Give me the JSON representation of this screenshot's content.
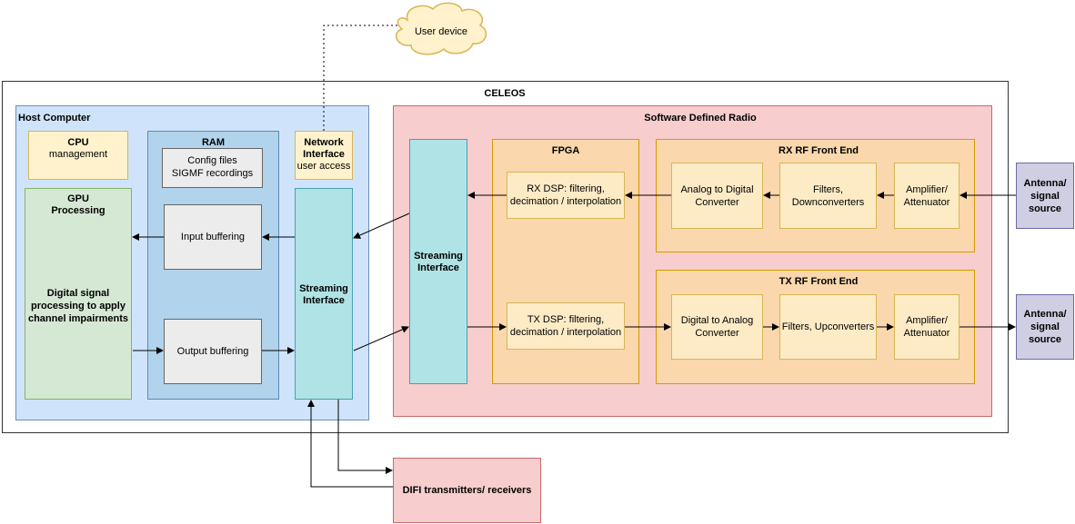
{
  "cloud": {
    "label": "User device"
  },
  "celeos": {
    "title": "CELEOS"
  },
  "host": {
    "title": "Host Computer",
    "cpu": {
      "title": "CPU",
      "subtitle": "management"
    },
    "gpu": {
      "title_line1": "GPU",
      "title_line2": "Processing",
      "body": "Digital signal processing to apply channel impairments"
    },
    "ram": {
      "title": "RAM",
      "config_line1": "Config files",
      "config_line2": "SIGMF recordings",
      "input": "Input buffering",
      "output": "Output buffering"
    },
    "network": {
      "title_line1": "Network",
      "title_line2": "Interface",
      "subtitle": "user access"
    },
    "streaming": {
      "label_line1": "Streaming",
      "label_line2": "Interface"
    }
  },
  "sdr": {
    "title": "Software Defined Radio",
    "streaming": {
      "label_line1": "Streaming",
      "label_line2": "Interface"
    },
    "fpga": {
      "title": "FPGA",
      "rx_dsp": {
        "line1": "RX DSP: filtering,",
        "line2": "decimation / interpolation"
      },
      "tx_dsp": {
        "line1": "TX DSP: filtering,",
        "line2": "decimation / interpolation"
      }
    },
    "rx_front": {
      "title": "RX RF Front End",
      "adc": {
        "line1": "Analog to Digital",
        "line2": "Converter"
      },
      "filters": {
        "line1": "Filters,",
        "line2": "Downconverters"
      },
      "amp": {
        "line1": "Amplifier/",
        "line2": "Attenuator"
      }
    },
    "tx_front": {
      "title": "TX RF Front End",
      "dac": {
        "line1": "Digital to Analog",
        "line2": "Converter"
      },
      "filters": {
        "line1": "Filters, Upconverters"
      },
      "amp": {
        "line1": "Amplifier/",
        "line2": "Attenuator"
      }
    }
  },
  "antenna_rx": {
    "line1": "Antenna/",
    "line2": "signal",
    "line3": "source"
  },
  "antenna_tx": {
    "line1": "Antenna/",
    "line2": "signal",
    "line3": "source"
  },
  "difi": {
    "label": "DIFI transmitters/ receivers"
  }
}
